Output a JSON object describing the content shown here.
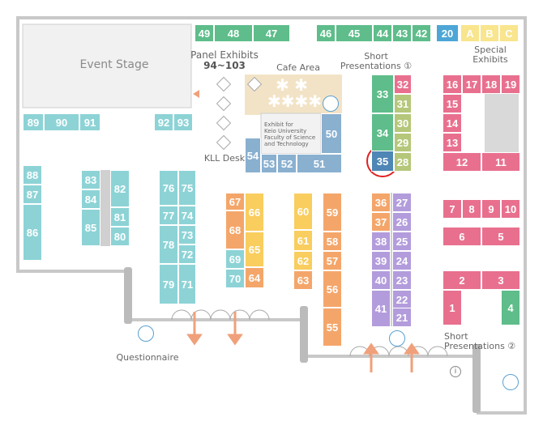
{
  "colors": {
    "green": "#5ebd8a",
    "blue": "#4da6d6",
    "teal": "#8dd3d6",
    "pink": "#e8708e",
    "orange": "#f4a66a",
    "yellow": "#f9cd5e",
    "purple": "#b39cdc",
    "steel": "#8ab0d0",
    "khaki": "#b5c77a",
    "navy": "#4e86b5",
    "letter": "#f8e58d"
  },
  "booths": [
    {
      "id": "49",
      "c": "green"
    },
    {
      "id": "48",
      "c": "green"
    },
    {
      "id": "47",
      "c": "green"
    },
    {
      "id": "46",
      "c": "green"
    },
    {
      "id": "45",
      "c": "green"
    },
    {
      "id": "44",
      "c": "green"
    },
    {
      "id": "43",
      "c": "green"
    },
    {
      "id": "42",
      "c": "green"
    },
    {
      "id": "20",
      "c": "blue"
    },
    {
      "id": "A",
      "c": "letter"
    },
    {
      "id": "B",
      "c": "letter"
    },
    {
      "id": "C",
      "c": "letter"
    },
    {
      "id": "89",
      "c": "teal"
    },
    {
      "id": "90",
      "c": "teal"
    },
    {
      "id": "91",
      "c": "teal"
    },
    {
      "id": "92",
      "c": "teal"
    },
    {
      "id": "93",
      "c": "teal"
    },
    {
      "id": "33",
      "c": "green"
    },
    {
      "id": "34",
      "c": "green"
    },
    {
      "id": "32",
      "c": "pink"
    },
    {
      "id": "31",
      "c": "khaki"
    },
    {
      "id": "30",
      "c": "khaki"
    },
    {
      "id": "29",
      "c": "khaki"
    },
    {
      "id": "28",
      "c": "khaki"
    },
    {
      "id": "35",
      "c": "navy"
    },
    {
      "id": "50",
      "c": "steel"
    },
    {
      "id": "54",
      "c": "steel"
    },
    {
      "id": "53",
      "c": "steel"
    },
    {
      "id": "52",
      "c": "steel"
    },
    {
      "id": "51",
      "c": "steel"
    },
    {
      "id": "16",
      "c": "pink"
    },
    {
      "id": "17",
      "c": "pink"
    },
    {
      "id": "18",
      "c": "pink"
    },
    {
      "id": "19",
      "c": "pink"
    },
    {
      "id": "15",
      "c": "pink"
    },
    {
      "id": "14",
      "c": "pink"
    },
    {
      "id": "13",
      "c": "pink"
    },
    {
      "id": "12",
      "c": "pink"
    },
    {
      "id": "11",
      "c": "pink"
    },
    {
      "id": "88",
      "c": "teal"
    },
    {
      "id": "87",
      "c": "teal"
    },
    {
      "id": "86",
      "c": "teal"
    },
    {
      "id": "83",
      "c": "teal"
    },
    {
      "id": "84",
      "c": "teal"
    },
    {
      "id": "85",
      "c": "teal"
    },
    {
      "id": "82",
      "c": "teal"
    },
    {
      "id": "81",
      "c": "teal"
    },
    {
      "id": "80",
      "c": "teal"
    },
    {
      "id": "76",
      "c": "teal"
    },
    {
      "id": "75",
      "c": "teal"
    },
    {
      "id": "77",
      "c": "teal"
    },
    {
      "id": "74",
      "c": "teal"
    },
    {
      "id": "78",
      "c": "teal"
    },
    {
      "id": "73",
      "c": "teal"
    },
    {
      "id": "72",
      "c": "teal"
    },
    {
      "id": "79",
      "c": "teal"
    },
    {
      "id": "71",
      "c": "teal"
    },
    {
      "id": "67",
      "c": "orange"
    },
    {
      "id": "68",
      "c": "orange"
    },
    {
      "id": "66",
      "c": "yellow"
    },
    {
      "id": "65",
      "c": "yellow"
    },
    {
      "id": "64",
      "c": "orange"
    },
    {
      "id": "69",
      "c": "teal"
    },
    {
      "id": "70",
      "c": "teal"
    },
    {
      "id": "60",
      "c": "yellow"
    },
    {
      "id": "61",
      "c": "yellow"
    },
    {
      "id": "62",
      "c": "yellow"
    },
    {
      "id": "63",
      "c": "orange"
    },
    {
      "id": "59",
      "c": "orange"
    },
    {
      "id": "58",
      "c": "orange"
    },
    {
      "id": "57",
      "c": "orange"
    },
    {
      "id": "56",
      "c": "orange"
    },
    {
      "id": "55",
      "c": "orange"
    },
    {
      "id": "36",
      "c": "orange"
    },
    {
      "id": "37",
      "c": "orange"
    },
    {
      "id": "38",
      "c": "purple"
    },
    {
      "id": "39",
      "c": "purple"
    },
    {
      "id": "40",
      "c": "purple"
    },
    {
      "id": "41",
      "c": "purple"
    },
    {
      "id": "27",
      "c": "purple"
    },
    {
      "id": "26",
      "c": "purple"
    },
    {
      "id": "25",
      "c": "purple"
    },
    {
      "id": "24",
      "c": "purple"
    },
    {
      "id": "23",
      "c": "purple"
    },
    {
      "id": "22",
      "c": "purple"
    },
    {
      "id": "21",
      "c": "purple"
    },
    {
      "id": "7",
      "c": "pink"
    },
    {
      "id": "8",
      "c": "pink"
    },
    {
      "id": "9",
      "c": "pink"
    },
    {
      "id": "10",
      "c": "pink"
    },
    {
      "id": "6",
      "c": "pink"
    },
    {
      "id": "5",
      "c": "pink"
    },
    {
      "id": "2",
      "c": "pink"
    },
    {
      "id": "3",
      "c": "pink"
    },
    {
      "id": "1",
      "c": "pink"
    },
    {
      "id": "4",
      "c": "green"
    }
  ],
  "labels": {
    "event_stage": "Event Stage",
    "panel_exhibits": "Panel Exhibits",
    "panel_range": "94~103",
    "cafe_area": "Cafe Area",
    "short_presentations_1": "Short\nPresentations ①",
    "special_exhibits": "Special\nExhibits",
    "kll_desk": "KLL Desk",
    "keio_exhibit": "Exhibit for\nKeio University\nFaculty of Science\nand Technology",
    "questionnaire": "Questionnaire",
    "short_presentations_2": "Short\nPresentations ②"
  },
  "highlight": "35"
}
